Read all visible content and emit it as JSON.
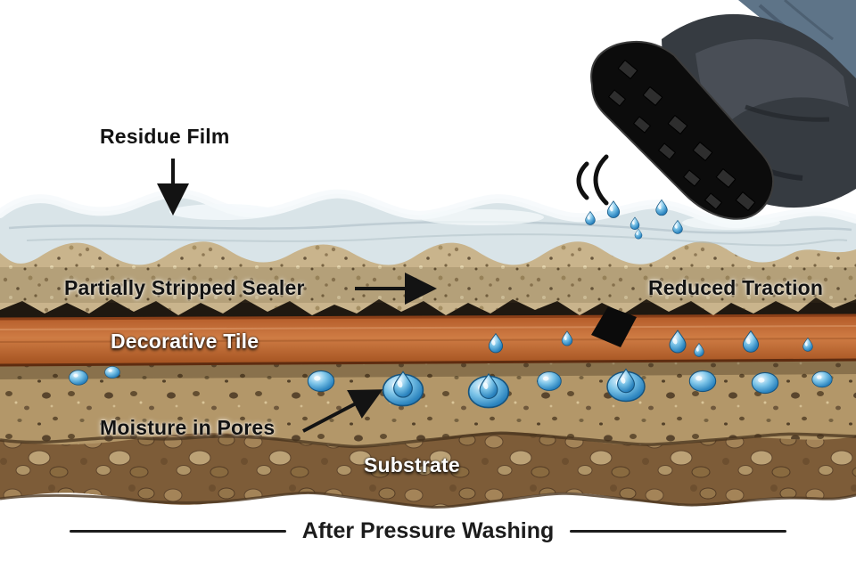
{
  "diagram": {
    "caption": "After Pressure Washing",
    "labels": {
      "residue_film": "Residue Film",
      "partially_stripped_sealer": "Partially Stripped Sealer",
      "reduced_traction": "Reduced Traction",
      "decorative_tile": "Decorative Tile",
      "moisture_in_pores": "Moisture in Pores",
      "substrate": "Substrate"
    },
    "colors": {
      "residue_film": "#d9e4e8",
      "sealer": "#c9b48c",
      "gap_shadow": "#1f1810",
      "tile": "#c06a38",
      "pores_layer": "#b39769",
      "substrate": "#7d5c38",
      "water": "#3fa0d8",
      "text_dark": "#131313",
      "text_light": "#ffffff"
    }
  }
}
